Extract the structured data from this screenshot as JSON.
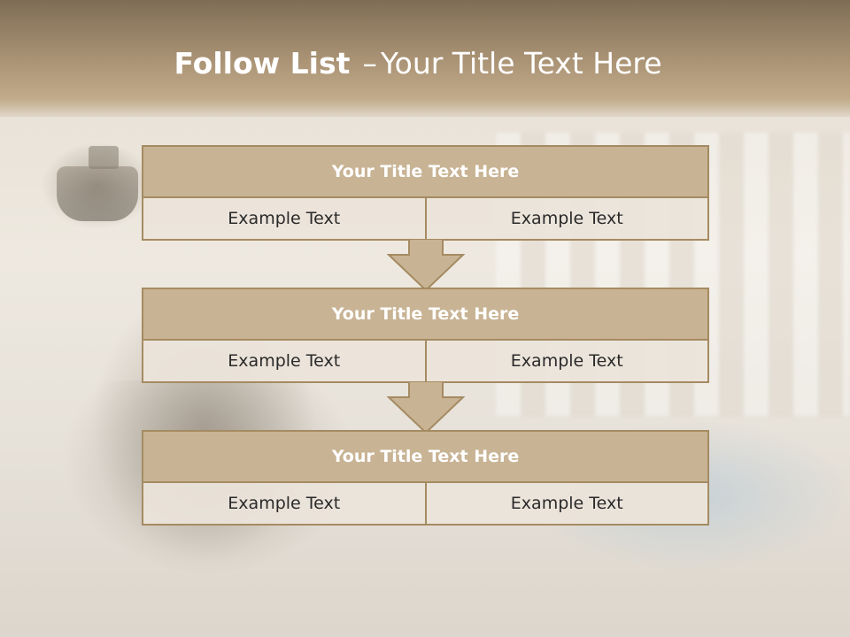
{
  "slide": {
    "title_bold": "Follow List",
    "title_dash": "–",
    "title_rest": "Your Title Text Here"
  },
  "steps": [
    {
      "title": "Your Title Text Here",
      "left": "Example Text",
      "right": "Example Text"
    },
    {
      "title": "Your Title Text Here",
      "left": "Example Text",
      "right": "Example Text"
    },
    {
      "title": "Your Title Text Here",
      "left": "Example Text",
      "right": "Example Text"
    }
  ],
  "colors": {
    "header_fill": "#c8b394",
    "border": "#a58b62",
    "cell_fill": "#ece4da",
    "arrow_fill": "#c8b394"
  },
  "icons": [
    "down-arrow-icon"
  ]
}
